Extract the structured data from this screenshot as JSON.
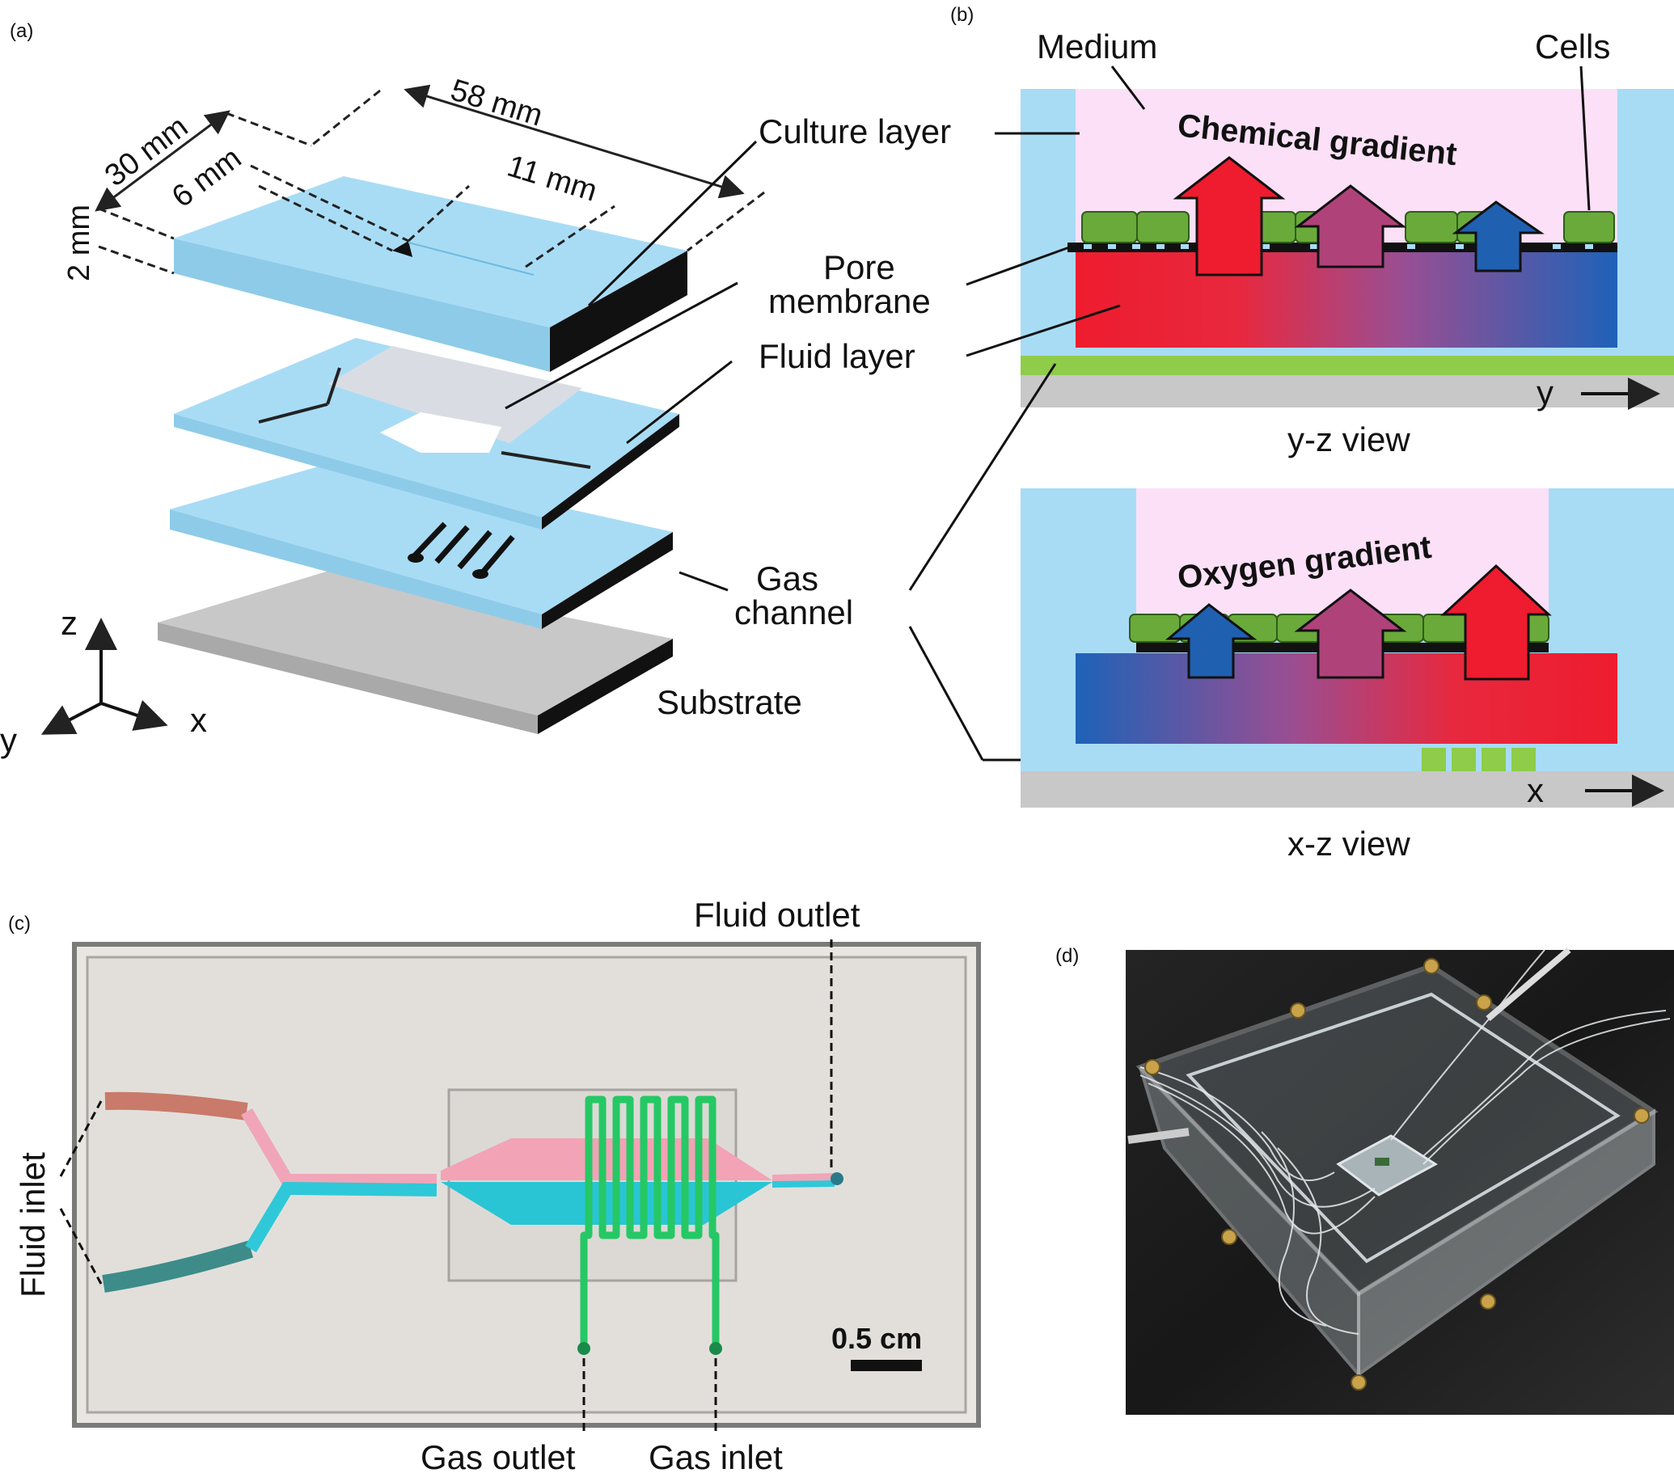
{
  "panels": {
    "a": "(a)",
    "b": "(b)",
    "c": "(c)",
    "d": "(d)"
  },
  "panel_a": {
    "dims": {
      "length": "58 mm",
      "width": "30 mm",
      "thickness": "2 mm",
      "chamber_width": "6 mm",
      "chamber_length": "11 mm"
    },
    "labels": {
      "culture_layer": "Culture layer",
      "pore": "Pore",
      "membrane": "membrane",
      "fluid_layer": "Fluid layer",
      "gas": "Gas",
      "channel": "channel",
      "substrate": "Substrate"
    },
    "axes": {
      "z": "z",
      "y": "y",
      "x": "x"
    }
  },
  "panel_b": {
    "medium": "Medium",
    "cells": "Cells",
    "chemical_gradient": "Chemical gradient",
    "oxygen_gradient": "Oxygen gradient",
    "yz_axis": "y",
    "xz_axis": "x",
    "yz_view": "y-z view",
    "xz_view": "x-z view"
  },
  "panel_c": {
    "fluid_outlet": "Fluid outlet",
    "fluid_inlet": "Fluid inlet",
    "gas_outlet": "Gas outlet",
    "gas_inlet": "Gas inlet",
    "scale_bar": "0.5 cm"
  },
  "colors": {
    "pdms": "#a8dcf5",
    "medium": "#fbe0f7",
    "cells": "#6aaa3a",
    "gas_channel": "#8fcc4a",
    "substrate": "#c8c8c8",
    "red": "#ee1c2e",
    "magenta": "#b0427a",
    "blue": "#2060b0",
    "fluid_green": "#25c864"
  }
}
